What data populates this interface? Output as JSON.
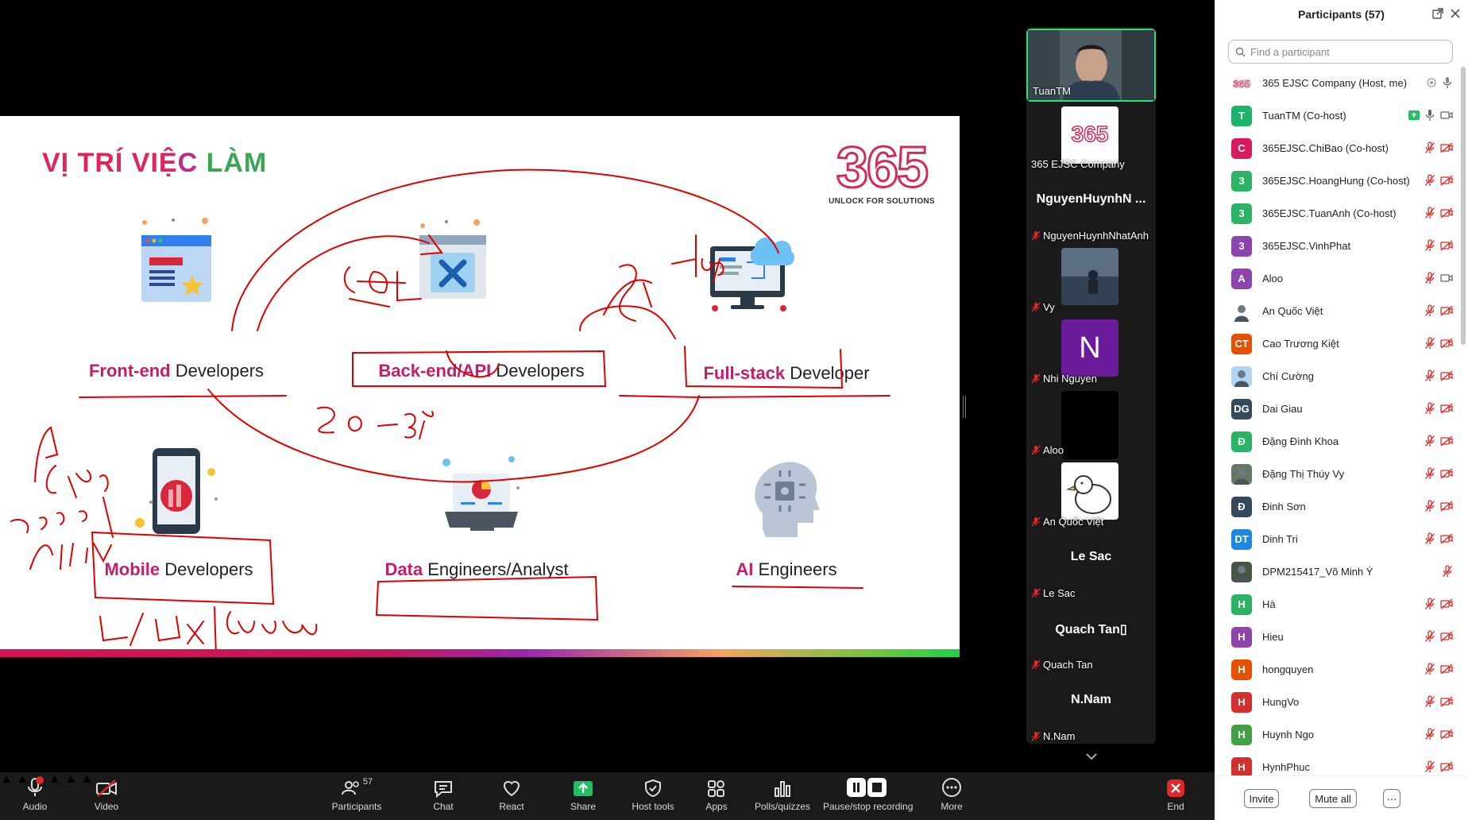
{
  "slide": {
    "title_part1": "VỊ TRÍ VIỆ",
    "title_part2": "C",
    "title_part3": " LÀM",
    "logo_number": "365",
    "logo_tagline": "UNLOCK FOR SOLUTIONS",
    "jobs": [
      {
        "bold": "Front-end",
        "rest": " Developers"
      },
      {
        "bold": "Back-end/API",
        "rest": " Developers"
      },
      {
        "bold": "Full-stack",
        "rest": " Developer"
      },
      {
        "bold": "Mobile",
        "rest": " Developers"
      },
      {
        "bold": "Data",
        "rest": " Engineers/Analyst"
      },
      {
        "bold": "AI",
        "rest": " Engineers"
      }
    ],
    "colors": {
      "title_pink": "#e0245e",
      "title_purple": "#c02a8a",
      "title_green": "#3aa655",
      "accent": "#c41d6b",
      "annotation": "#e00000"
    }
  },
  "gallery": {
    "tiles": [
      {
        "type": "video",
        "name": "TuanTM"
      },
      {
        "type": "picture",
        "name": "365 EJSC Company"
      },
      {
        "type": "name",
        "display": "NguyenHuynhN ...",
        "name": "NguyenHuynhNhatAnh",
        "muted": true
      },
      {
        "type": "picture",
        "name": "Vy",
        "muted": true
      },
      {
        "type": "letter",
        "letter": "N",
        "name": "Nhi Nguyen",
        "muted": true
      },
      {
        "type": "black",
        "name": "Aloo",
        "muted": true
      },
      {
        "type": "picture",
        "name": "An Quốc Việt",
        "muted": true
      },
      {
        "type": "name",
        "display": "Le Sac",
        "name": "Le Sac",
        "muted": true
      },
      {
        "type": "name",
        "display": "Quach Tan▯",
        "name": "Quach Tan",
        "muted": true
      },
      {
        "type": "name",
        "display": "N.Nam",
        "name": "N.Nam",
        "muted": true
      }
    ]
  },
  "toolbar": {
    "audio": "Audio",
    "video": "Video",
    "participants": "Participants",
    "participants_count": "57",
    "chat": "Chat",
    "react": "React",
    "share": "Share",
    "host_tools": "Host tools",
    "apps": "Apps",
    "polls": "Polls/quizzes",
    "recording": "Pause/stop recording",
    "more": "More",
    "end": "End"
  },
  "panel": {
    "title": "Participants (57)",
    "search_placeholder": "Find a participant",
    "participants": [
      {
        "initials": "365",
        "color": "#ffffff",
        "name": "365 EJSC Company (Host, me)",
        "logo": true
      },
      {
        "initials": "T",
        "color": "#1db36b",
        "name": "TuanTM (Co-host)",
        "share": true
      },
      {
        "initials": "C",
        "color": "#d81b60",
        "name": "365EJSC.ChiBao (Co-host)"
      },
      {
        "initials": "3",
        "color": "#2bb366",
        "name": "365EJSC.HoangHung (Co-host)"
      },
      {
        "initials": "3",
        "color": "#2bb366",
        "name": "365EJSC.TuanAnh (Co-host)"
      },
      {
        "initials": "3",
        "color": "#8e44ad",
        "name": "365EJSC.VinhPhat"
      },
      {
        "initials": "A",
        "color": "#8e44ad",
        "name": "Aloo",
        "video_on": true
      },
      {
        "initials": "",
        "color": "#ffffff",
        "name": "An Quốc Việt",
        "photo": true
      },
      {
        "initials": "CT",
        "color": "#e65100",
        "name": "Cao Trương Kiệt"
      },
      {
        "initials": "",
        "color": "#b0d4f1",
        "name": "Chí Cường",
        "photo": true
      },
      {
        "initials": "DG",
        "color": "#34495e",
        "name": "Dai Giau"
      },
      {
        "initials": "Đ",
        "color": "#2bb366",
        "name": "Đặng Đình Khoa"
      },
      {
        "initials": "",
        "color": "#667766",
        "name": "Đặng Thị Thúy Vy",
        "photo": true
      },
      {
        "initials": "Đ",
        "color": "#34495e",
        "name": "Đinh Sơn"
      },
      {
        "initials": "DT",
        "color": "#1e88e5",
        "name": "Dinh Tri"
      },
      {
        "initials": "",
        "color": "#445544",
        "name": "DPM215417_Võ Minh Ý",
        "photo": true,
        "no_video_icon": true
      },
      {
        "initials": "H",
        "color": "#2bb366",
        "name": "Hà"
      },
      {
        "initials": "H",
        "color": "#8e44ad",
        "name": "Hieu"
      },
      {
        "initials": "H",
        "color": "#e65100",
        "name": "hongquyen"
      },
      {
        "initials": "H",
        "color": "#d32f2f",
        "name": "HungVo"
      },
      {
        "initials": "H",
        "color": "#43a047",
        "name": "Huynh Ngo"
      },
      {
        "initials": "H",
        "color": "#d32f2f",
        "name": "HynhPhuc"
      }
    ],
    "invite": "Invite",
    "mute_all": "Mute all",
    "more": "···"
  }
}
